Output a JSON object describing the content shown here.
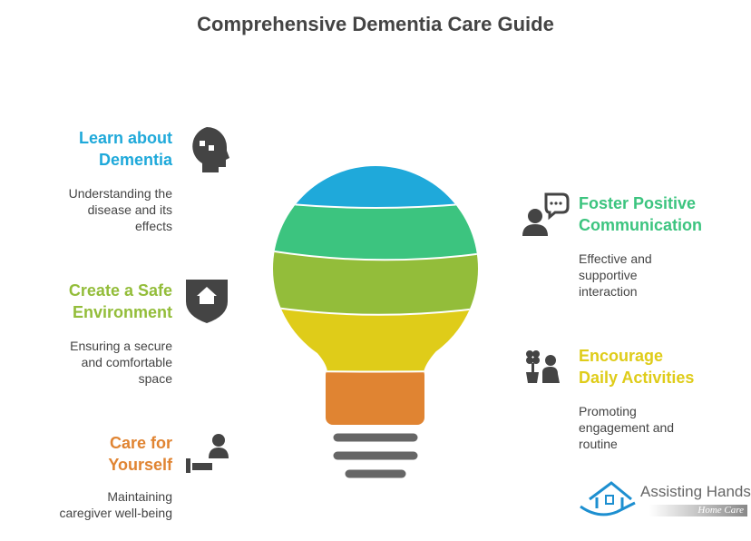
{
  "title": "Comprehensive Dementia Care Guide",
  "colors": {
    "blue": "#1fa9da",
    "green": "#3cc47f",
    "olive": "#93bd3a",
    "yellow": "#dfcc19",
    "orange": "#e08432",
    "gray": "#666666",
    "icon": "#444444"
  },
  "items": [
    {
      "title_l1": "Learn about",
      "title_l2": "Dementia",
      "desc": [
        "Understanding the",
        "disease and its",
        "effects"
      ],
      "icon": "head-puzzle-icon"
    },
    {
      "title_l1": "Create a Safe",
      "title_l2": "Environment",
      "desc": [
        "Ensuring a secure",
        "and comfortable",
        "space"
      ],
      "icon": "house-shield-icon"
    },
    {
      "title_l1": "Care for",
      "title_l2": "Yourself",
      "desc": [
        "Maintaining",
        "caregiver well-being"
      ],
      "icon": "self-care-icon"
    },
    {
      "title_l1": "Foster Positive",
      "title_l2": "Communication",
      "desc": [
        "Effective and",
        "supportive",
        "interaction"
      ],
      "icon": "person-speech-icon"
    },
    {
      "title_l1": "Encourage",
      "title_l2": "Daily Activities",
      "desc": [
        "Promoting",
        "engagement and",
        "routine"
      ],
      "icon": "person-plant-icon"
    }
  ],
  "logo": {
    "name": "Assisting Hands",
    "reg": "®",
    "sub": "Home Care"
  }
}
